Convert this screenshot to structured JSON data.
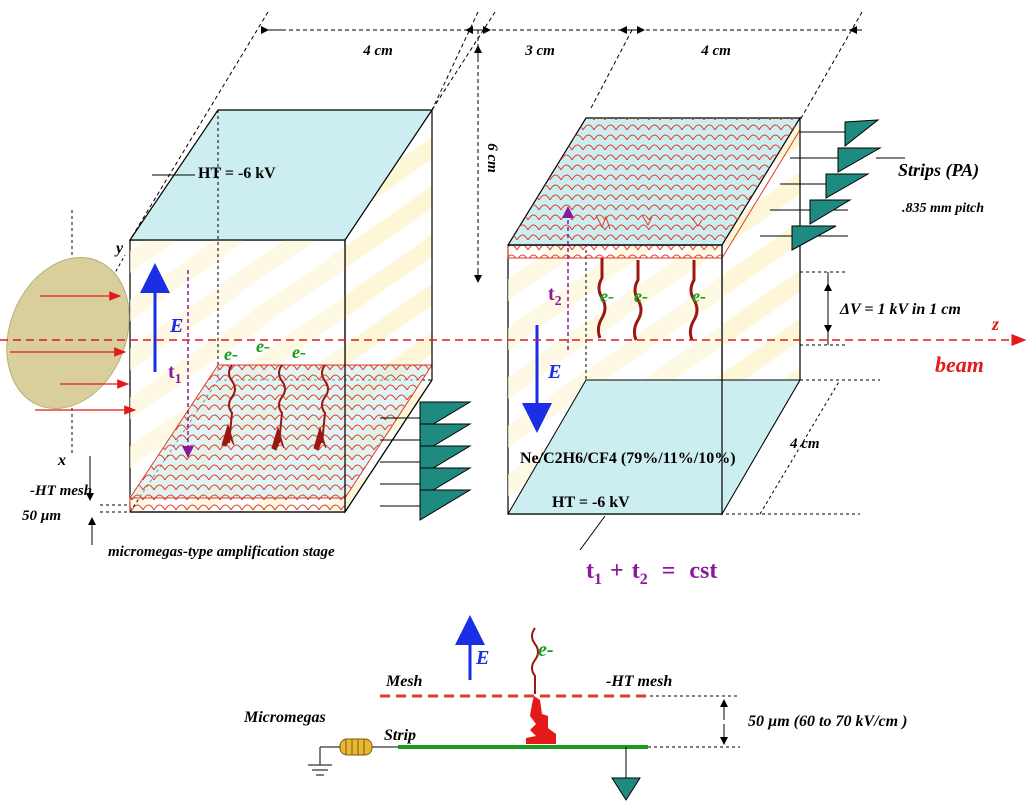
{
  "dimensions": {
    "dim_4cm_left": "4 cm",
    "dim_3cm": "3 cm",
    "dim_4cm_right": "4 cm",
    "dim_6cm": "6 cm",
    "dim_4cm_depth": "4 cm"
  },
  "left_chamber": {
    "ht_label": "HT = -6 kV",
    "field_label": "E",
    "time_label": "t",
    "time_sub": "1",
    "electrons": [
      "e-",
      "e-",
      "e-"
    ],
    "axis_y": "y",
    "axis_x": "x",
    "mesh_label": "-HT  mesh",
    "gap_label": "50 µm",
    "stage_label": "micromegas-type amplification stage"
  },
  "right_chamber": {
    "strips_label": "Strips (PA)",
    "pitch_label": ".835 mm pitch",
    "time_label": "t",
    "time_sub": "2",
    "electrons": [
      "e-",
      "e-",
      "e-"
    ],
    "field_label": "E",
    "deltav_label": "ΔV = 1 kV in 1 cm",
    "gas_label": "Ne/C2H6/CF4 (79%/11%/10%)",
    "ht_label": "HT = -6 kV"
  },
  "beam": {
    "axis_z": "z",
    "beam_label": "beam"
  },
  "equation": {
    "t": "t",
    "sub1": "1",
    "plus": "+",
    "sub2": "2",
    "equals": "=",
    "cst": "cst"
  },
  "bottom_diagram": {
    "field_label": "E",
    "electron_label": "e-",
    "mesh_label": "Mesh",
    "ht_mesh_label": "-HT  mesh",
    "micromegas_label": "Micromegas",
    "strip_label": "Strip",
    "gap_label": "50 µm  (60 to 70 kV/cm   )"
  },
  "colors": {
    "chamber_fill": "#cdeef0",
    "stripe": "#fdf7d8",
    "mesh_red": "#e23a2a",
    "electron_red": "#9b1810",
    "arrow_blue": "#1a2ee6",
    "purple": "#8a1a9a",
    "green_text": "#1a9a1a",
    "amp_teal": "#1f8a80",
    "beam_red": "#e21a1a",
    "disk": "#d9cf9c",
    "strip_green": "#1a9a1a"
  }
}
